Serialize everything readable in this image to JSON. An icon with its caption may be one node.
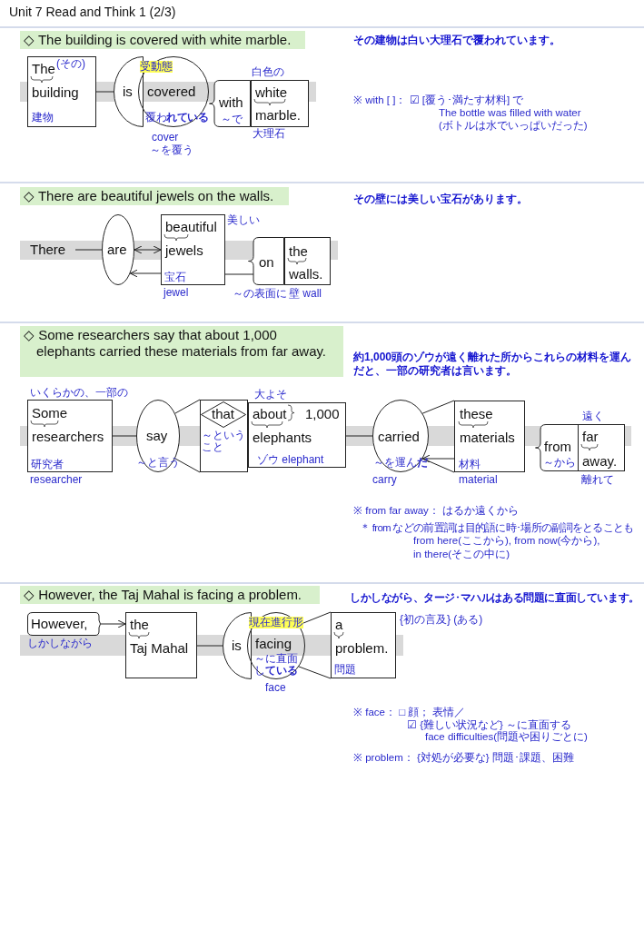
{
  "diagram": {
    "nodes": [
      {
        "text": [
          "The",
          "(その)",
          "building",
          "建物"
        ]
      },
      {
        "text": [
          "is"
        ]
      },
      {
        "text": [
          "受動態",
          "covered",
          "覆わ**れている**"
        ],
        "beside": [
          "cover",
          "～を覆う"
        ]
      },
      {
        "text": [
          "with",
          "～で"
        ]
      },
      {
        "text": [
          "white",
          "marble."
        ],
        "beside": [
          "白色の",
          "大理石"
        ]
      },
      {
        "text": [
          "There"
        ]
      },
      {
        "text": [
          "are"
        ]
      },
      {
        "text": [
          "beautiful",
          "jewels",
          "宝石"
        ],
        "beside": [
          "美しい",
          "jewel"
        ]
      },
      {
        "text": [
          "on"
        ],
        "beside": [
          "～の表面に"
        ]
      },
      {
        "text": [
          "the",
          "walls."
        ],
        "beside": [
          "壁 wall"
        ]
      },
      {
        "text": [
          "Some",
          "researchers",
          "研究者"
        ],
        "beside": [
          "いくらかの、一部の",
          "researcher"
        ]
      },
      {
        "text": [
          "say",
          "～と言う"
        ]
      },
      {
        "text": [
          "～ということ"
        ]
      },
      {
        "text": [
          "that"
        ],
        "in": 12
      },
      {
        "text": [
          "about",
          "1,000",
          "elephants",
          "ゾウ elephant"
        ],
        "beside": [
          "大よそ"
        ]
      },
      {
        "text": [
          "carried",
          "～を運ん**だ**"
        ],
        "beside": [
          "carry"
        ]
      },
      {
        "text": [
          "these",
          "materials",
          "材料"
        ],
        "beside": [
          "material"
        ]
      },
      {
        "text": [
          "from",
          "～から"
        ]
      },
      {
        "text": [
          "far",
          "away."
        ],
        "beside": [
          "遠く",
          "離れて"
        ]
      },
      {
        "text": [
          "However,"
        ],
        "beside": [
          "しかしながら"
        ]
      },
      {
        "text": [
          "the",
          "Taj Mahal"
        ]
      },
      {
        "text": [
          "is"
        ]
      },
      {
        "text": [
          "現在進行形",
          "facing",
          "～に直面し**ている**"
        ],
        "beside": [
          "face"
        ]
      },
      {
        "text": [
          "a",
          "problem.",
          "問題"
        ],
        "beside": [
          "{初の言及} (ある)"
        ]
      }
    ],
    "edges": [
      {
        "from": 0,
        "to": 1,
        "arrow": "none"
      },
      {
        "from": 5,
        "to": 6,
        "arrow": "none"
      },
      {
        "from": 6,
        "to": 7,
        "arrow": "both"
      },
      {
        "from": 8,
        "to": 7,
        "arrow": "none"
      },
      {
        "from": 7,
        "to": 6,
        "arrow": "to"
      },
      {
        "from": 10,
        "to": 11,
        "arrow": "none"
      },
      {
        "from": 11,
        "to": 12,
        "arrow": "none"
      },
      {
        "from": 14,
        "to": 15,
        "arrow": "none"
      },
      {
        "from": 15,
        "to": 16,
        "arrow": "none"
      },
      {
        "from": 16,
        "to": 15,
        "arrow": "to"
      },
      {
        "from": 19,
        "to": 20,
        "arrow": "to"
      },
      {
        "from": 20,
        "to": 21,
        "arrow": "none"
      },
      {
        "from": 22,
        "to": 23,
        "arrow": "none"
      }
    ],
    "labels": [
      "Unit 7 Read and Think 1 (2/3)",
      "◇ The building is covered with white marble.",
      "その建物は白い大理石で覆われています。",
      "※ with [ ]： ☑ [覆う･満たす材料] で",
      "The bottle was filled with water",
      "(ボトルは水でいっぱいだった)",
      "◇ There are beautiful jewels on the walls.",
      "その壁には美しい宝石があります。",
      "◇ Some researchers say that about 1,000 elephants carried these materials from far away.",
      "約1,000頭のゾウが遠く離れた所からこれらの材料を運んだと、一部の研究者は言います。",
      "※ from far away： はるか遠くから",
      "＊ from などの前置詞は目的語に時･場所の副詞をとることも",
      "from here(ここから), from now(今から),",
      "in there(そこの中に)",
      "◇ However, the Taj Mahal is facing a problem.",
      "しかしながら、タージ･マハルはある問題に直面しています。",
      "※ face： □ 顔； 表情／",
      "☑ {難しい状況など} ～に直面する",
      "face difficulties(問題や困りごとに)",
      "※ problem： {対処が必要な} 問題･課題、困難"
    ]
  }
}
